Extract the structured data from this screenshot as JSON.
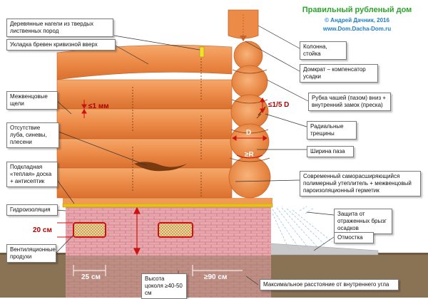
{
  "header": {
    "title": "Правильный рубленый дом",
    "author": "© Андрей Дачник, 2016",
    "site": "www.Dom.Dacha-Dom.ru"
  },
  "labels": {
    "nagel": "Деревянные нагели из твердых лиственных пород",
    "ukladka": "Укладка бревен кривизной вверх",
    "mezhventsovye": "Межвенцовые щели",
    "otsutstvie": "Отсутствие луба, синевы, плесени",
    "podkladnaya": "Подкладная «теплая» доска + антисептик",
    "gidroizolyatsiya": "Гидроизоляция",
    "ventilyatsionnye": "Вентиляционные продухи",
    "vysota": "Высота цоколя ≥40-50 см",
    "maks": "Максимальное расстояние от внутреннего угла",
    "kolonna": "Колонна, стойка",
    "domkrat": "Домкрат – компенсатор усадки",
    "rubka": "Рубка чашей (пазом) вниз + внутренний замок (преска)",
    "radialnye": "Радиальные трещины",
    "shirina": "Ширина паза",
    "sovremennyi": "Современный саморасширяющийся полимерный утеплитель + межвенцовый пароизоляционный герметик",
    "zaschita": "Защита от отраженных брызг осадков",
    "otmostka": "Отмостка"
  },
  "dimensions": {
    "gap": "≤1 мм",
    "depth": "≤1/5 D",
    "d": "D",
    "r": "≥R",
    "vent_h": "20 см",
    "vent_w": "25 см",
    "corner": "≥90 см"
  }
}
